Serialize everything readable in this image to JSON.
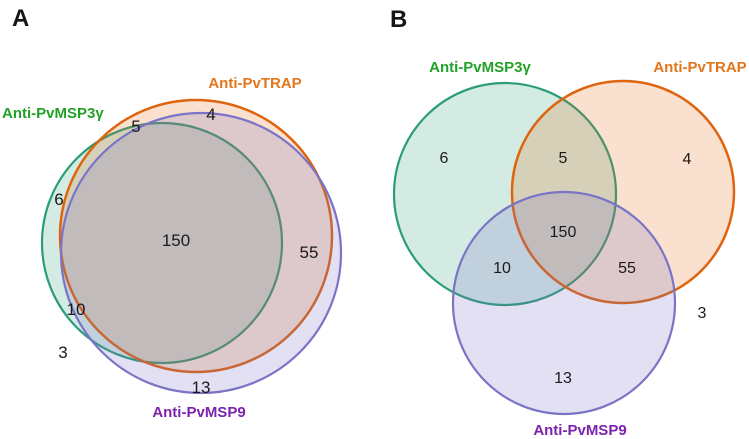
{
  "figure": {
    "description": "Two Venn/Euler diagrams comparing proteins recognized by three antibodies",
    "colors": {
      "msp3g_stroke": "#2a9d78",
      "msp3g_label": "#22a226",
      "trap_stroke": "#de650e",
      "trap_label": "#e2761c",
      "msp9_stroke": "#7a74c6",
      "msp9_label": "#7d22ad",
      "number_text": "#1a1a1a",
      "background": "#ffffff"
    },
    "panel_a": {
      "letter": "A",
      "type": "euler-area-proportional",
      "set_labels": {
        "msp3g": "Anti-PvMSP3γ",
        "trap": "Anti-PvTRAP",
        "msp9": "Anti-PvMSP9"
      },
      "counts": {
        "msp3g_only": 6,
        "msp3g_trap": 5,
        "trap_only": 4,
        "all_three": 150,
        "trap_msp9": 55,
        "msp3g_msp9": 10,
        "msp9_only": 13,
        "outside": 3
      }
    },
    "panel_b": {
      "letter": "B",
      "type": "classic-three-circle-venn",
      "set_labels": {
        "msp3g": "Anti-PvMSP3γ",
        "trap": "Anti-PvTRAP",
        "msp9": "Anti-PvMSP9"
      },
      "counts": {
        "msp3g_only": 6,
        "msg3g_trap_note": "",
        "msp3g_trap": 5,
        "trap_only": 4,
        "all_three": 150,
        "msp3g_msp9": 10,
        "trap_msp9": 55,
        "msp9_only": 13,
        "outside": 3
      }
    }
  }
}
